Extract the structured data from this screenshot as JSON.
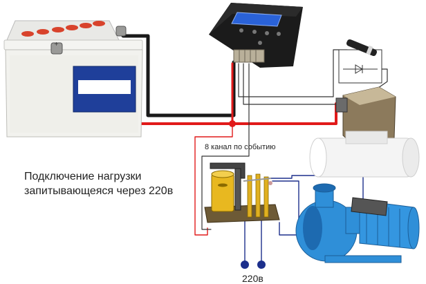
{
  "caption": {
    "line1": "Подключение нагрузки",
    "line2": "запитывающеяся через 220в"
  },
  "channel_label": "8 канал по событию",
  "mains_label": "220в",
  "colors": {
    "wire_red": "#e11a1a",
    "wire_black": "#1a1a1a",
    "wire_blue": "#1c2f8c",
    "junction": "#e11a1a",
    "battery_body": "#f2f2ee",
    "battery_label": "#1f3f9a",
    "controller_body": "#1b1b1b",
    "controller_screen": "#2a62d8",
    "pump_blue": "#2f8fd8",
    "relay_coil": "#e8b820"
  },
  "icons": {
    "battery": "car-battery-icon",
    "controller": "gsm-controller-icon",
    "valve": "solenoid-valve-icon",
    "diode": "diode-icon",
    "relay": "relay-icon",
    "pump": "water-pump-icon",
    "mains_terminal": "terminal-dot-icon"
  }
}
